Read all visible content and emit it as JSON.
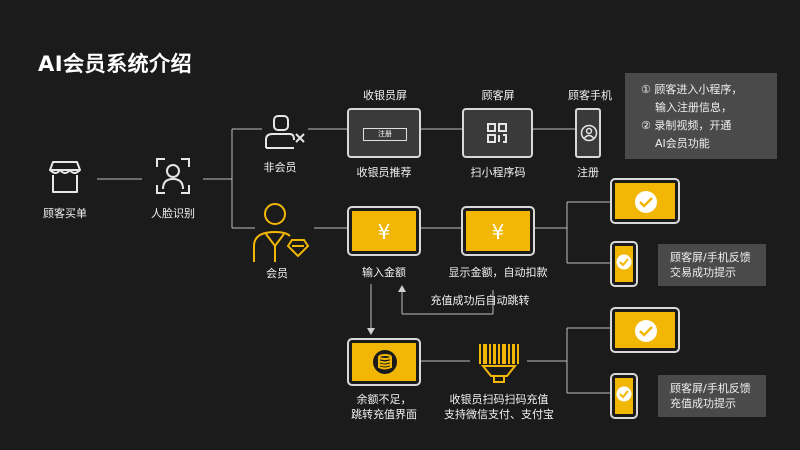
{
  "title": "AI会员系统介绍",
  "nodes": {
    "buyer": "顾客买单",
    "face": "人脸识别",
    "non_member": "非会员",
    "member": "会员",
    "cashier_screen_title": "收银员屏",
    "customer_screen_title": "顾客屏",
    "customer_phone_title": "顾客手机",
    "register_button": "注册",
    "cashier_recommend": "收银员推荐",
    "scan_mini": "扫小程序码",
    "register": "注册",
    "input_amount": "输入金额",
    "show_amount": "显示金额，自动扣款",
    "recharge_jump": "充值成功后自动跳转",
    "insufficient_line1": "余额不足，",
    "insufficient_line2": "跳转充值界面",
    "scan_charge_line1": "收银员扫码扫码充值",
    "scan_charge_line2": "支持微信支付、支付宝",
    "yuan": "¥"
  },
  "notes": {
    "registration": [
      "① 顾客进入小程序，",
      "    输入注册信息，",
      "② 录制视频，开通",
      "    AI会员功能"
    ],
    "success_line1": "顾客屏/手机反馈",
    "success_line2": "交易成功提示",
    "recharge_line1": "顾客屏/手机反馈",
    "recharge_line2": "充值成功提示"
  },
  "colors": {
    "background": "#1b1b1b",
    "accent": "#f2b705",
    "frame": "#d8d8d8",
    "note_bg": "#4a4a4a"
  }
}
